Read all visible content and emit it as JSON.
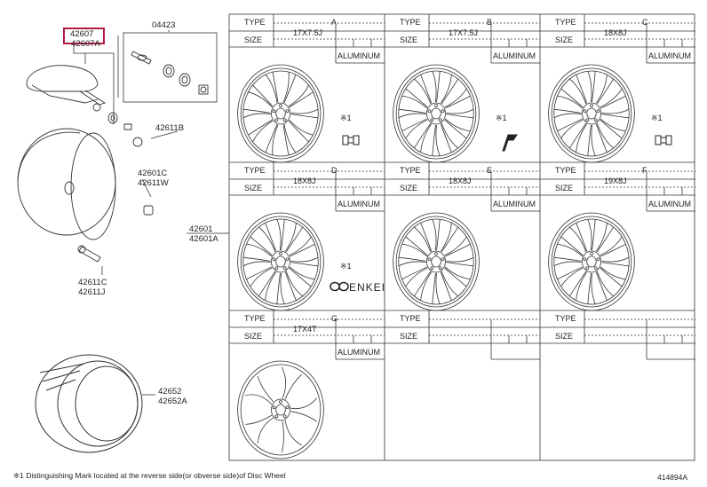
{
  "parts": {
    "tpms_sensor": {
      "code": "42607",
      "alt": "42607A"
    },
    "valve_kit": "04423",
    "cap": "42611B",
    "nut_1": "42601C",
    "nut_2": "42611W",
    "wheel": "42601",
    "wheel_alt": "42601A",
    "valve_1": "42611C",
    "valve_2": "42611J",
    "tire_1": "42652",
    "tire_2": "42652A"
  },
  "table": {
    "type_label": "TYPE",
    "size_label": "SIZE",
    "material": "ALUMINUM",
    "note_mark": "※1",
    "cells": [
      {
        "type": "A",
        "size": "17X7.5J",
        "material": "ALUMINUM",
        "mark": "※1"
      },
      {
        "type": "B",
        "size": "17X7.5J",
        "material": "ALUMINUM",
        "mark": "※1"
      },
      {
        "type": "C",
        "size": "18X8J",
        "material": "ALUMINUM",
        "mark": "※1"
      },
      {
        "type": "D",
        "size": "18X8J",
        "material": "ALUMINUM",
        "mark": "※1"
      },
      {
        "type": "E",
        "size": "18X8J",
        "material": "ALUMINUM",
        "mark": ""
      },
      {
        "type": "F",
        "size": "19X8J",
        "material": "ALUMINUM",
        "mark": ""
      },
      {
        "type": "G",
        "size": "17X4T",
        "material": "ALUMINUM",
        "mark": ""
      },
      {
        "type": "",
        "size": "",
        "material": "",
        "mark": ""
      },
      {
        "type": "",
        "size": "",
        "material": "",
        "mark": ""
      }
    ]
  },
  "brand_mark": "ENKEI",
  "footnote": "※1 Distinguishing Mark located at the reverse side(or obverse side)of Disc Wheel",
  "doc_id": "414894A"
}
